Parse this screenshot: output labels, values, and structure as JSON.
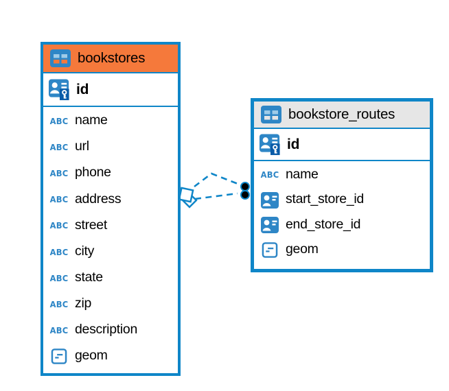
{
  "diagram": {
    "background": "#ffffff",
    "accent_blue": "#0f86c8",
    "icon_blue": "#2e86c6",
    "icons": {
      "text_type_glyph": "ABC"
    },
    "tables": [
      {
        "name": "bookstores",
        "header_bg": "#f5793b",
        "primary_key": {
          "name": "id",
          "type_icon": "primary-key"
        },
        "columns": [
          {
            "name": "name",
            "type_icon": "text"
          },
          {
            "name": "url",
            "type_icon": "text"
          },
          {
            "name": "phone",
            "type_icon": "text"
          },
          {
            "name": "address",
            "type_icon": "text"
          },
          {
            "name": "street",
            "type_icon": "text"
          },
          {
            "name": "city",
            "type_icon": "text"
          },
          {
            "name": "state",
            "type_icon": "text"
          },
          {
            "name": "zip",
            "type_icon": "text"
          },
          {
            "name": "description",
            "type_icon": "text"
          },
          {
            "name": "geom",
            "type_icon": "geometry"
          }
        ]
      },
      {
        "name": "bookstore_routes",
        "header_bg": "#e6e6e6",
        "primary_key": {
          "name": "id",
          "type_icon": "primary-key"
        },
        "columns": [
          {
            "name": "name",
            "type_icon": "text"
          },
          {
            "name": "start_store_id",
            "type_icon": "reference"
          },
          {
            "name": "end_store_id",
            "type_icon": "reference"
          },
          {
            "name": "geom",
            "type_icon": "geometry"
          }
        ]
      }
    ],
    "relation": {
      "from_table": "bookstores",
      "to_table": "bookstore_routes",
      "line_style": "dashed",
      "source_marker": "diamond",
      "target_marker": "double-dot"
    }
  }
}
